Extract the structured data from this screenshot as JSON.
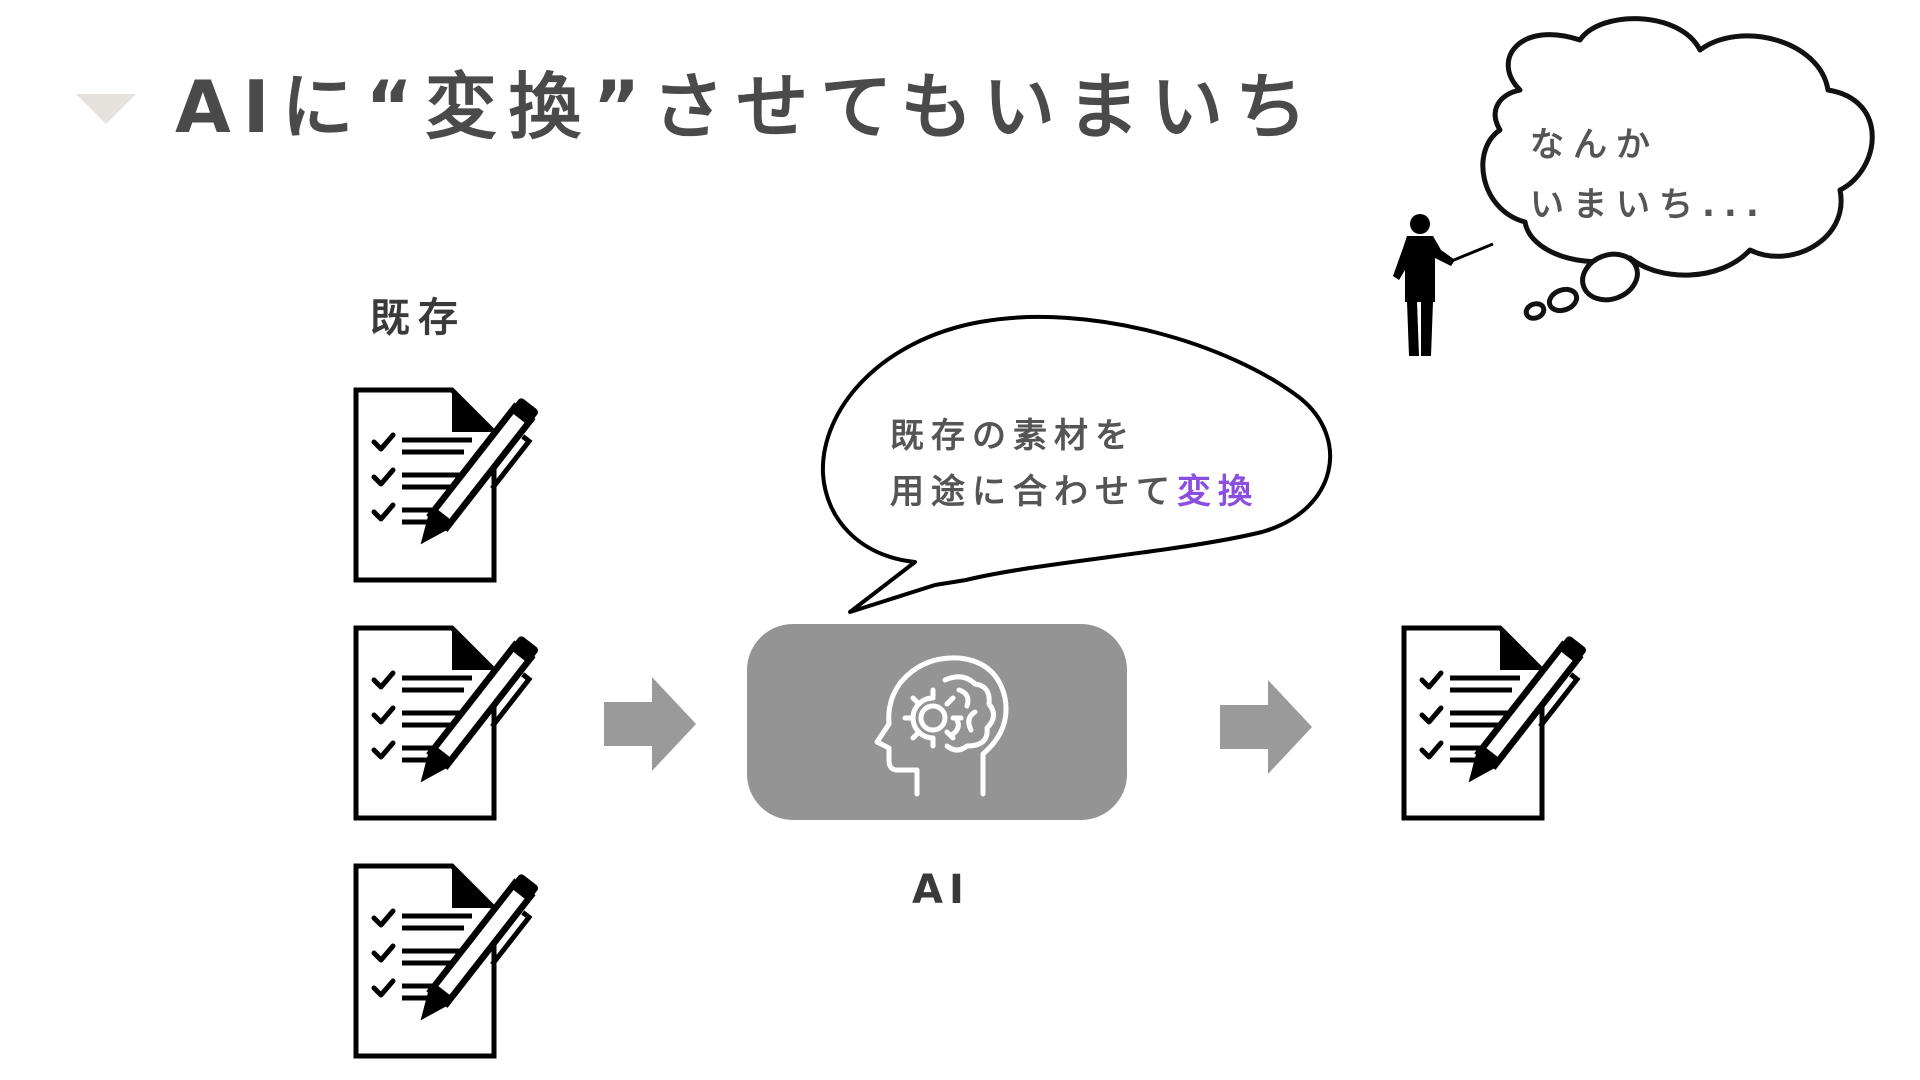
{
  "slide": {
    "title": "AIに“変換”させてもいまいち"
  },
  "diagram": {
    "existing_label": "既存",
    "ai_label": "AI",
    "speech_bubble": {
      "line1": "既存の素材を",
      "line2_prefix": "用途に合わせて",
      "line2_highlight": "変換"
    },
    "thought_bubble": {
      "line1": "なんか",
      "line2": "いまいち..."
    },
    "colors": {
      "title": "#4a4a4a",
      "highlight": "#8a4fe0",
      "ai_box": "#949494",
      "arrow": "#9a9a9a",
      "title_marker": "#e5e2dd"
    },
    "icons": {
      "documents": "document-checklist-pen-icon",
      "ai": "brain-gear-head-icon",
      "presenter": "presenter-silhouette-icon",
      "arrow": "arrow-right-icon"
    }
  }
}
